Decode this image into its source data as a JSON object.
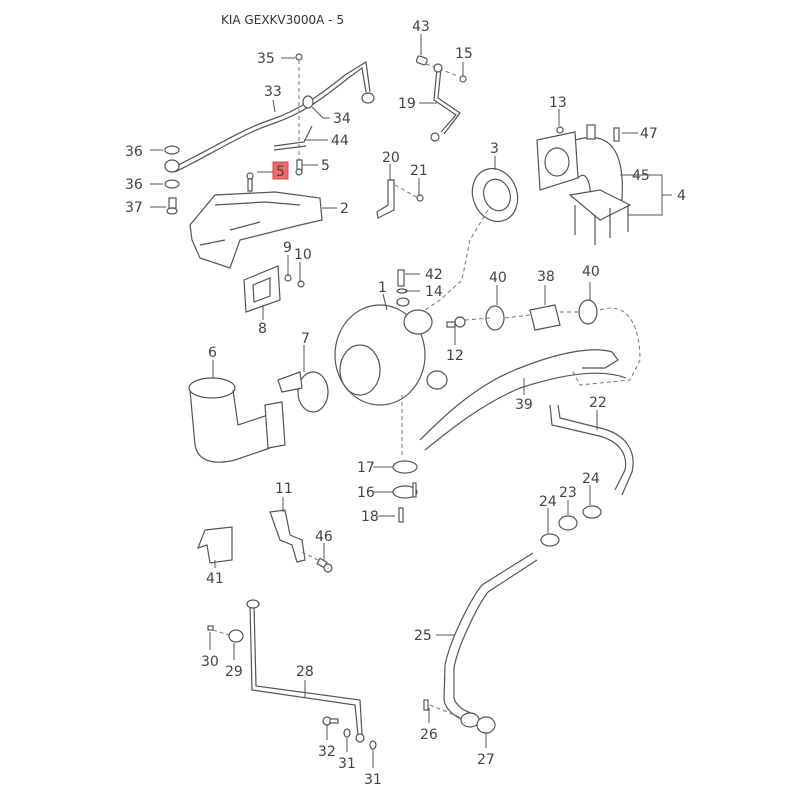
{
  "title": "KIA GEXKV3000A - 5",
  "highlight_color": "#f06a6a",
  "callouts": [
    {
      "id": "c35",
      "text": "35"
    },
    {
      "id": "c33",
      "text": "33"
    },
    {
      "id": "c34",
      "text": "34"
    },
    {
      "id": "c44",
      "text": "44"
    },
    {
      "id": "c5a",
      "text": "5"
    },
    {
      "id": "c5b",
      "text": "5",
      "highlighted": true
    },
    {
      "id": "c36a",
      "text": "36"
    },
    {
      "id": "c36b",
      "text": "36"
    },
    {
      "id": "c37",
      "text": "37"
    },
    {
      "id": "c2",
      "text": "2"
    },
    {
      "id": "c43",
      "text": "43"
    },
    {
      "id": "c15",
      "text": "15"
    },
    {
      "id": "c19",
      "text": "19"
    },
    {
      "id": "c13",
      "text": "13"
    },
    {
      "id": "c47",
      "text": "47"
    },
    {
      "id": "c3",
      "text": "3"
    },
    {
      "id": "c45",
      "text": "45"
    },
    {
      "id": "c4",
      "text": "4"
    },
    {
      "id": "c20",
      "text": "20"
    },
    {
      "id": "c21",
      "text": "21"
    },
    {
      "id": "c9",
      "text": "9"
    },
    {
      "id": "c10",
      "text": "10"
    },
    {
      "id": "c8",
      "text": "8"
    },
    {
      "id": "c42",
      "text": "42"
    },
    {
      "id": "c14",
      "text": "14"
    },
    {
      "id": "c1",
      "text": "1"
    },
    {
      "id": "c12",
      "text": "12"
    },
    {
      "id": "c40a",
      "text": "40"
    },
    {
      "id": "c38",
      "text": "38"
    },
    {
      "id": "c40b",
      "text": "40"
    },
    {
      "id": "c6",
      "text": "6"
    },
    {
      "id": "c7",
      "text": "7"
    },
    {
      "id": "c39",
      "text": "39"
    },
    {
      "id": "c22",
      "text": "22"
    },
    {
      "id": "c17",
      "text": "17"
    },
    {
      "id": "c16",
      "text": "16"
    },
    {
      "id": "c18",
      "text": "18"
    },
    {
      "id": "c11",
      "text": "11"
    },
    {
      "id": "c46",
      "text": "46"
    },
    {
      "id": "c41",
      "text": "41"
    },
    {
      "id": "c24a",
      "text": "24"
    },
    {
      "id": "c23",
      "text": "23"
    },
    {
      "id": "c24b",
      "text": "24"
    },
    {
      "id": "c25",
      "text": "25"
    },
    {
      "id": "c30",
      "text": "30"
    },
    {
      "id": "c29",
      "text": "29"
    },
    {
      "id": "c28",
      "text": "28"
    },
    {
      "id": "c32",
      "text": "32"
    },
    {
      "id": "c31a",
      "text": "31"
    },
    {
      "id": "c31b",
      "text": "31"
    },
    {
      "id": "c26",
      "text": "26"
    },
    {
      "id": "c27",
      "text": "27"
    }
  ]
}
